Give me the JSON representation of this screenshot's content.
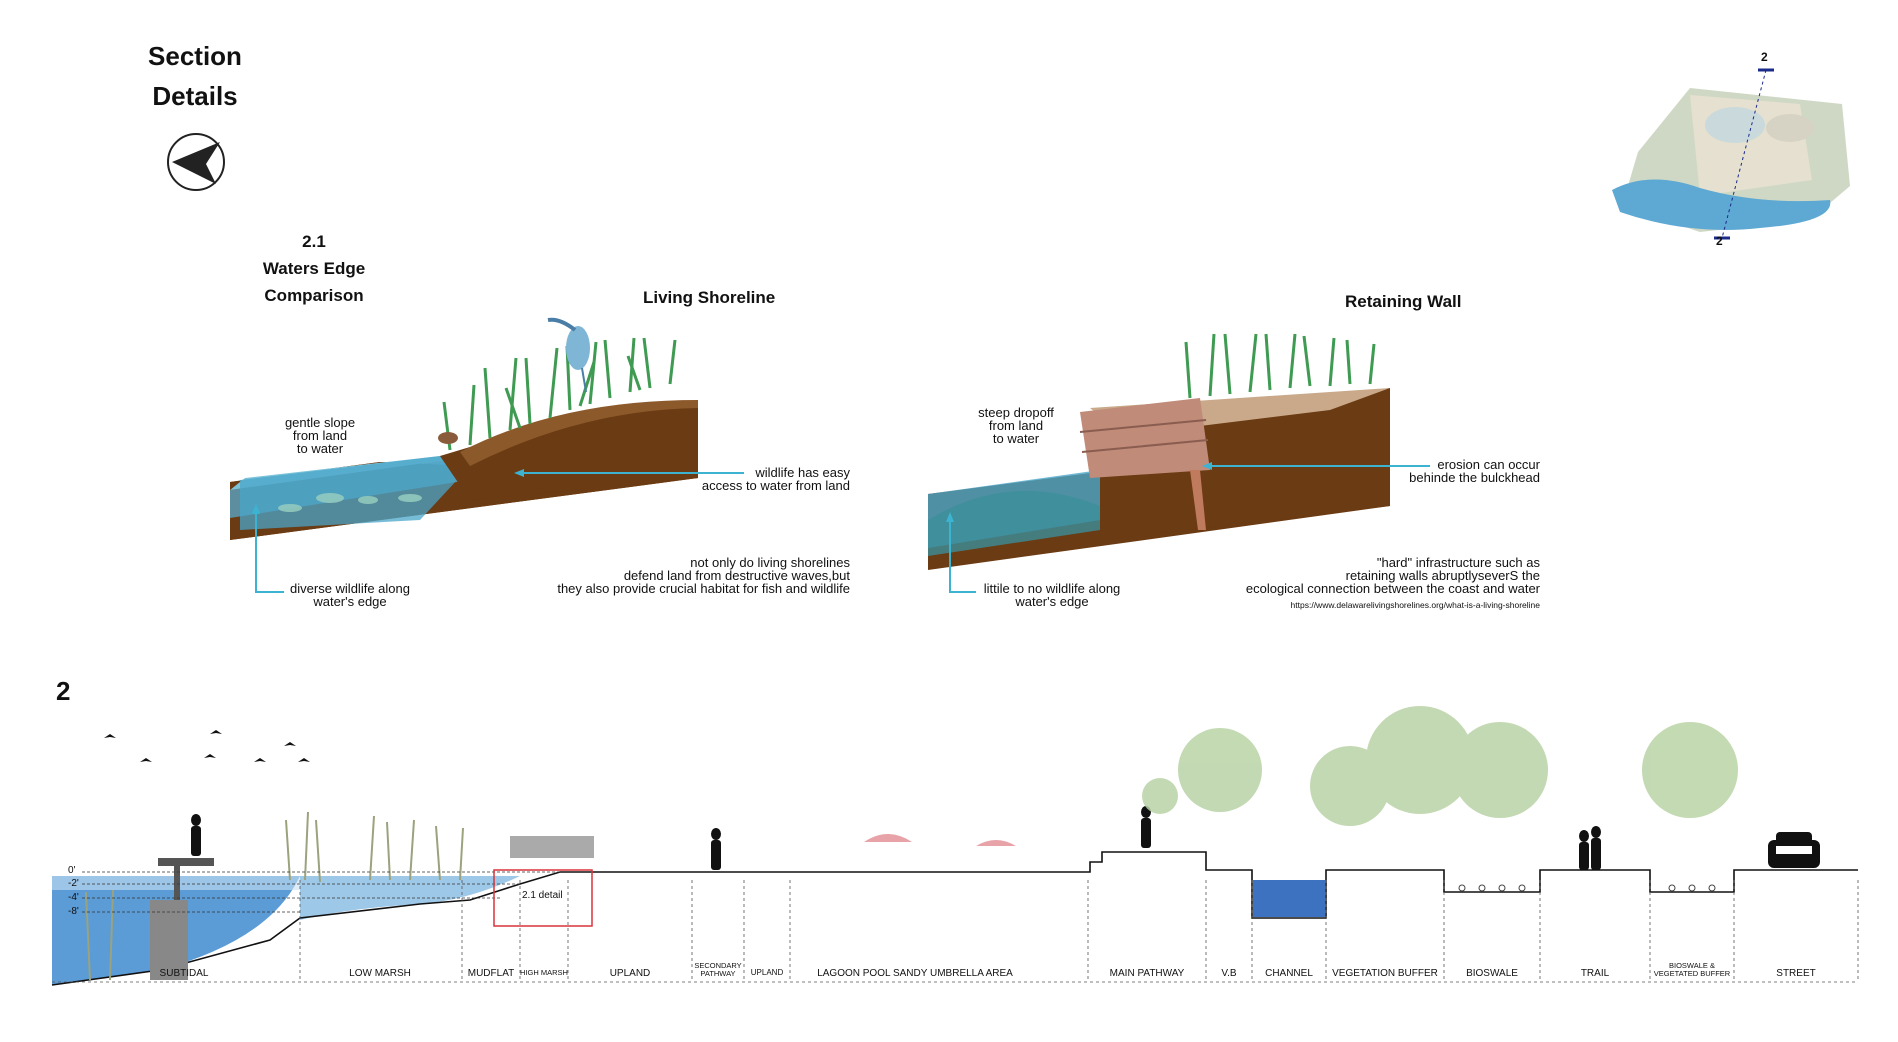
{
  "header": {
    "title_line1": "Section",
    "title_line2": "Details",
    "north_arrow_icon": "north-arrow-icon"
  },
  "keymap": {
    "label_top": "2",
    "label_bottom": "2",
    "icon": "site-keymap-image"
  },
  "detail": {
    "number": "2.1",
    "title_line1": "Waters Edge",
    "title_line2": "Comparison"
  },
  "living_shoreline": {
    "heading": "Living Shoreline",
    "note_slope": [
      "gentle slope",
      "from land",
      "to water"
    ],
    "note_access": [
      "wildlife has easy",
      "access to water from land"
    ],
    "note_defend": [
      "not only do living shorelines",
      "defend land from destructive waves,but",
      "they also provide crucial habitat for fish and wildlife"
    ],
    "note_wildlife": [
      "diverse wildlife along",
      "water's edge"
    ]
  },
  "retaining_wall": {
    "heading": "Retaining Wall",
    "note_dropoff": [
      "steep dropoff",
      "from land",
      "to water"
    ],
    "note_erosion": [
      "erosion can occur",
      "behinde the bulckhead"
    ],
    "note_hard": [
      "\"hard\" infrastructure such as",
      "retaining walls abruptlyseverS the",
      "ecological connection between the coast and water"
    ],
    "note_little": [
      "littile to no wildlife along",
      "water's edge"
    ],
    "source_url": "https://www.delawarelivingshorelines.org/what-is-a-living-shoreline"
  },
  "section": {
    "number": "2",
    "depths": [
      "0'",
      "-2'",
      "-4'",
      "-8'"
    ],
    "detail_callout": "2.1 detail",
    "zones": [
      "SUBTIDAL",
      "LOW MARSH",
      "MUDFLAT",
      "HIGH MARSH",
      "UPLAND",
      "SECONDARY PATHWAY",
      "UPLAND",
      "LAGOON POOL SANDY UMBRELLA AREA",
      "MAIN PATHWAY",
      "V.B",
      "CHANNEL",
      "VEGETATION BUFFER",
      "BIOSWALE",
      "TRAIL",
      "BIOSWALE & VEGETATED BUFFER",
      "STREET"
    ]
  },
  "colors": {
    "water": "#4aa6c9",
    "soil": "#6b3b13",
    "marsh_green": "#3f9a52",
    "callout_red": "#d9343a",
    "leader_cyan": "#3cb3d1"
  }
}
